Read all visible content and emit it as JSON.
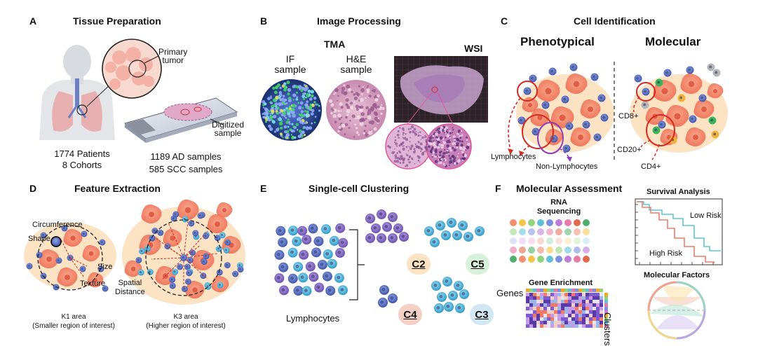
{
  "panel_a": {
    "letter": "A",
    "title": "Tissue Preparation",
    "primary_tumor": "Primary\ntumor",
    "digitized": "Digitized\nsample",
    "patients": "1774 Patients",
    "cohorts": "8 Cohorts",
    "ad": "1189 AD samples",
    "scc": "585 SCC samples"
  },
  "panel_b": {
    "letter": "B",
    "title": "Image Processing",
    "tma": "TMA",
    "wsi": "WSI",
    "if_sample": "IF\nsample",
    "he_sample": "H&E\nsample"
  },
  "panel_c": {
    "letter": "C",
    "title": "Cell Identification",
    "phenotypical": "Phenotypical",
    "molecular": "Molecular",
    "lymphocytes": "Lymphocytes",
    "non_lymphocytes": "Non-Lymphocytes",
    "cd8": "CD8+",
    "cd20": "CD20+",
    "cd4": "CD4+"
  },
  "panel_d": {
    "letter": "D",
    "title": "Feature Extraction",
    "circumference": "Circumference",
    "shape": "Shape",
    "size": "Size",
    "texture": "Texture",
    "spatial": "Spatial\nDistance",
    "k1": "K1 area",
    "k1_sub": "(Smaller region of interest)",
    "k3": "K3 area",
    "k3_sub": "(Higher region of interest)"
  },
  "panel_e": {
    "letter": "E",
    "title": "Single-cell Clustering",
    "lymphocytes": "Lymphocytes",
    "clusters": [
      "C2",
      "C5",
      "C4",
      "C3"
    ]
  },
  "panel_f": {
    "letter": "F",
    "title": "Molecular Assessment",
    "rna": "RNA\nSequencing",
    "gene_enrichment": "Gene Enrichment",
    "genes": "Genes",
    "clusters": "Clusters",
    "survival": "Survival Analysis",
    "low_risk": "Low Risk",
    "high_risk": "High Risk",
    "molecular_factors": "Molecular Factors"
  },
  "colors": {
    "tumor": "#f27a5e",
    "stroma": "#fbe3c4",
    "lymph": "#4f67b8",
    "red_circle": "#d42a1f",
    "purple_circle": "#8e3fb5",
    "low_risk": "#5ec6d6",
    "high_risk": "#ef7d69"
  }
}
